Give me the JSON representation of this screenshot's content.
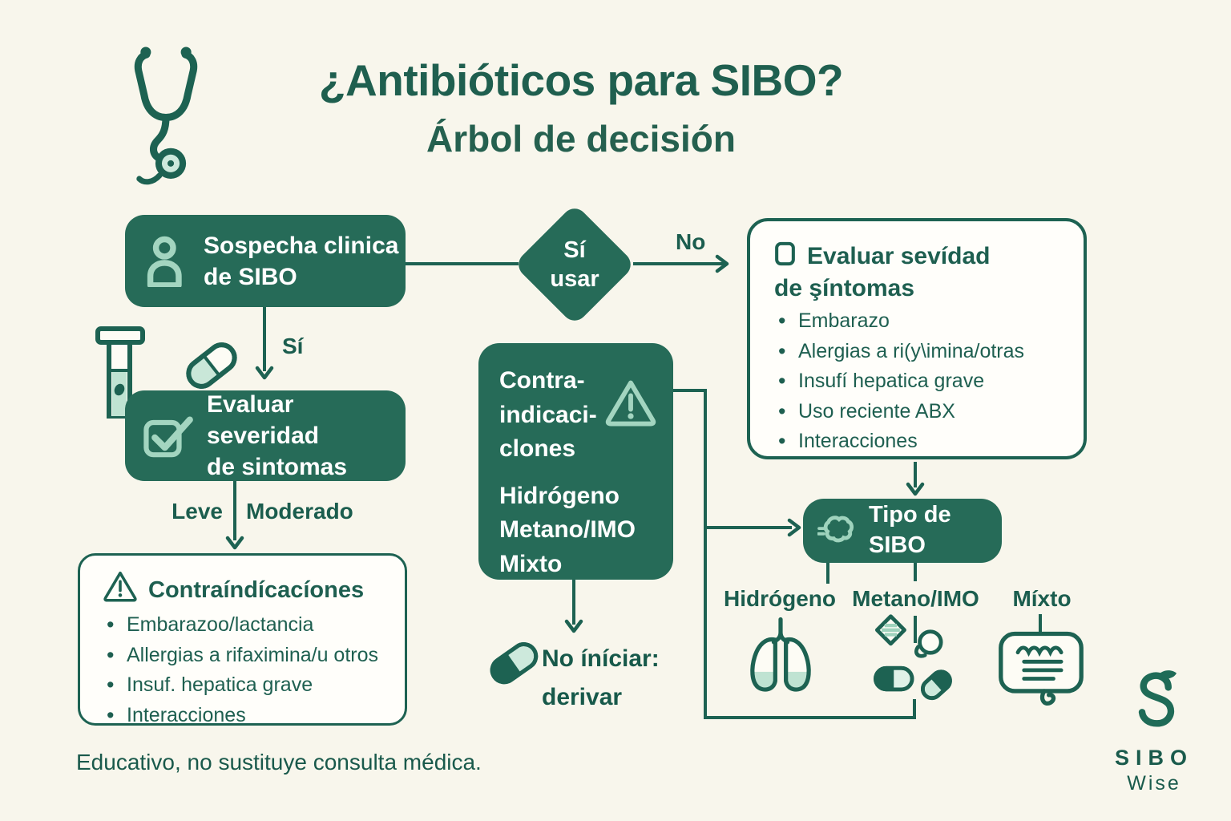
{
  "colors": {
    "background": "#F8F6EC",
    "node_green": "#266B58",
    "line_green": "#1D6252",
    "text_green": "#1E5F50",
    "accent_light": "#A3D5C0",
    "accent_pale": "#CDE9DC",
    "box_white": "#FFFEFA"
  },
  "header": {
    "icon": "stethoscope-icon",
    "title": "¿Antibióticos para SIBO?",
    "subtitle": "Árbol de decisión"
  },
  "flow": {
    "sospecha": {
      "icon": "person-icon",
      "label": "Sospecha clinica\nde SIBO"
    },
    "decision": {
      "label": "Sí\nusar"
    },
    "edges": {
      "no": "No",
      "si": "Sí",
      "leve": "Leve",
      "moderado": "Moderado"
    },
    "severity_right": {
      "icon": "checkbox-empty-icon",
      "title": "Evaluar sevídad\nde şíntomas",
      "items": [
        "Embarazo",
        "Alergias a ri(y\\imina/otras",
        "Insufí hepatica grave",
        "Uso reciente ABX",
        "Interacciones"
      ]
    },
    "severity_left": {
      "icon": "checkbox-check-icon",
      "label": "Evaluar severidad\nde sintomas"
    },
    "contraindications_left": {
      "icon": "warning-triangle-icon",
      "title": "Contraíndícacíones",
      "items": [
        "Embarazoo/lactancia",
        "Allergias a rifaximina/u otros",
        "Insuf. hepatica grave",
        "Interacciones"
      ]
    },
    "contraindications_center": {
      "icon": "warning-triangle-icon",
      "title": "Contra-\nindicaci-\nclones",
      "subtypes": "Hidrógeno\nMetano/IMO\nMixto"
    },
    "no_iniciar": {
      "icon": "capsule-icon",
      "label": "No íníciar:\nderivar"
    },
    "tipo": {
      "icon": "intestine-squiggle-icon",
      "label": "Tipo de SIBO"
    },
    "branches": [
      {
        "label": "Hidrógeno",
        "icon": "lungs-icon"
      },
      {
        "label": "Metano/IMO",
        "icon": "pills-icon"
      },
      {
        "label": "Míxto",
        "icon": "intestine-icon"
      }
    ]
  },
  "footer": {
    "disclaimer": "Educativo, no sustituye consulta médica.",
    "logo": {
      "icon": "sibo-wise-leaf-s-icon",
      "name": "SIBO",
      "sub": "Wise"
    }
  }
}
